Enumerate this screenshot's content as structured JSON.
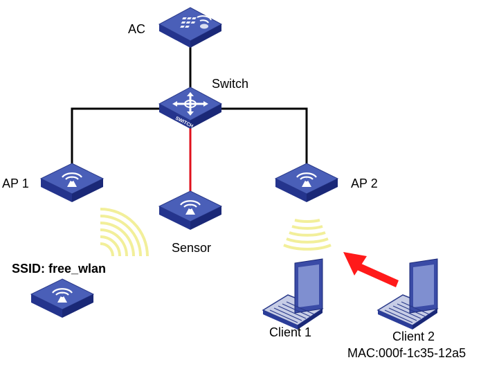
{
  "colors": {
    "link": "#000000",
    "sensor_link": "#e0101c",
    "device_top": "#4a5fb8",
    "device_side": "#1f2f86",
    "device_front": "#2b3d99",
    "signal": "#f2ef9a",
    "attack_arrow": "#ff1a1a",
    "laptop_body": "#3a4ba6"
  },
  "nodes": {
    "ac": {
      "label": "AC",
      "icon": "access-controller-icon"
    },
    "switch": {
      "label": "Switch",
      "icon": "switch-icon",
      "face_text": "SWITCH"
    },
    "ap1": {
      "label": "AP 1",
      "icon": "access-point-icon"
    },
    "ap2": {
      "label": "AP 2",
      "icon": "access-point-icon"
    },
    "sensor": {
      "label": "Sensor",
      "icon": "access-point-icon"
    },
    "rogue_ap": {
      "label": "SSID: free_wlan",
      "icon": "access-point-icon"
    },
    "client1": {
      "label": "Client 1",
      "icon": "laptop-icon"
    },
    "client2": {
      "label": "Client 2",
      "mac": "MAC:000f-1c35-12a5",
      "icon": "laptop-icon"
    }
  },
  "links": [
    {
      "from": "AC",
      "to": "Switch",
      "style": "normal"
    },
    {
      "from": "Switch",
      "to": "AP 1",
      "style": "normal"
    },
    {
      "from": "Switch",
      "to": "AP 2",
      "style": "normal"
    },
    {
      "from": "Switch",
      "to": "Sensor",
      "style": "highlight"
    }
  ],
  "signals": [
    {
      "source": "SSID: free_wlan",
      "icon": "wireless-signal-icon"
    },
    {
      "source": "AP 2",
      "icon": "wireless-signal-icon"
    }
  ],
  "arrows": [
    {
      "from": "Client 2",
      "to": "AP 2",
      "icon": "attack-arrow-icon"
    }
  ]
}
